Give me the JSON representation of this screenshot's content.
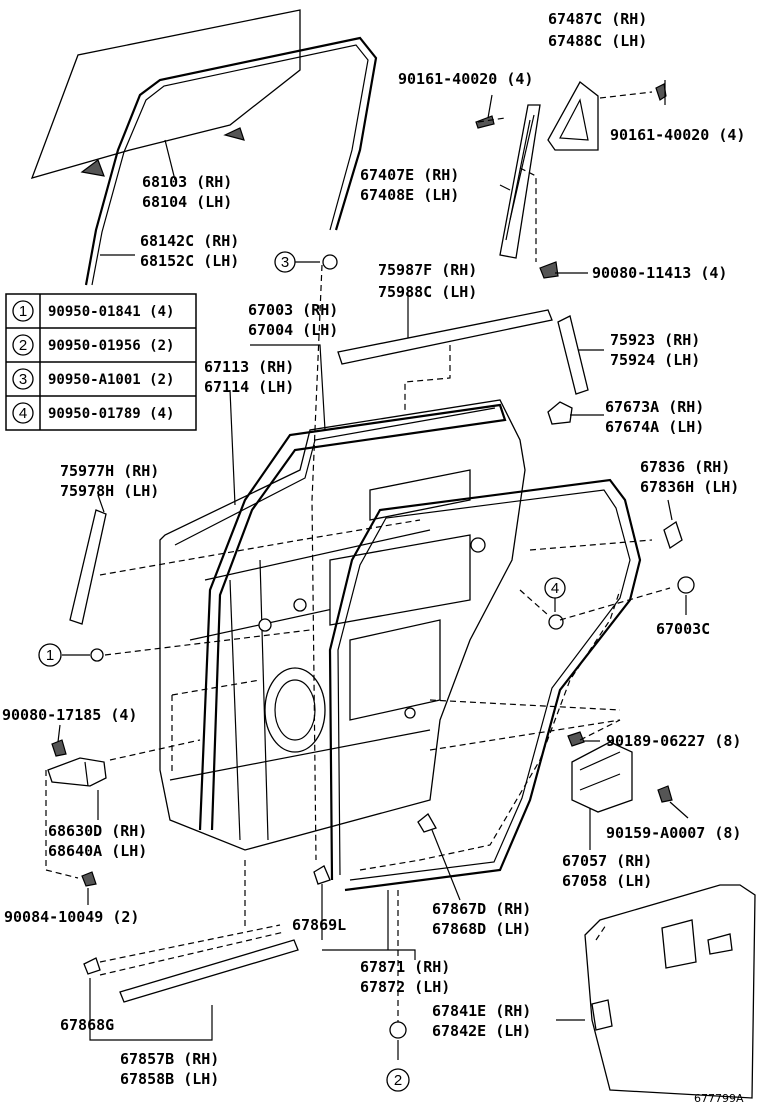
{
  "figure_code": "677799A",
  "legend": [
    {
      "num": "1",
      "part": "90950-01841 (4)"
    },
    {
      "num": "2",
      "part": "90950-01956 (2)"
    },
    {
      "num": "3",
      "part": "90950-A1001 (2)"
    },
    {
      "num": "4",
      "part": "90950-01789 (4)"
    }
  ],
  "callouts": [
    {
      "id": "67487",
      "lines": [
        "67487C (RH)",
        "67488C (LH)"
      ]
    },
    {
      "id": "90161a",
      "lines": [
        "90161-40020 (4)"
      ]
    },
    {
      "id": "90161b",
      "lines": [
        "90161-40020 (4)"
      ]
    },
    {
      "id": "68103",
      "lines": [
        "68103 (RH)",
        "68104 (LH)"
      ]
    },
    {
      "id": "67407",
      "lines": [
        "67407E (RH)",
        "67408E (LH)"
      ]
    },
    {
      "id": "68142",
      "lines": [
        "68142C (RH)",
        "68152C (LH)"
      ]
    },
    {
      "id": "90080a",
      "lines": [
        "90080-11413 (4)"
      ]
    },
    {
      "id": "75987",
      "lines": [
        "75987F (RH)",
        "75988C (LH)"
      ]
    },
    {
      "id": "67003",
      "lines": [
        "67003 (RH)",
        "67004 (LH)"
      ]
    },
    {
      "id": "67113",
      "lines": [
        "67113 (RH)",
        "67114 (LH)"
      ]
    },
    {
      "id": "75923",
      "lines": [
        "75923 (RH)",
        "75924 (LH)"
      ]
    },
    {
      "id": "67673",
      "lines": [
        "67673A (RH)",
        "67674A (LH)"
      ]
    },
    {
      "id": "75977",
      "lines": [
        "75977H (RH)",
        "75978H (LH)"
      ]
    },
    {
      "id": "67836",
      "lines": [
        "67836 (RH)",
        "67836H (LH)"
      ]
    },
    {
      "id": "67003C",
      "lines": [
        "67003C"
      ]
    },
    {
      "id": "90080b",
      "lines": [
        "90080-17185 (4)"
      ]
    },
    {
      "id": "90189",
      "lines": [
        "90189-06227 (8)"
      ]
    },
    {
      "id": "68630",
      "lines": [
        "68630D (RH)",
        "68640A (LH)"
      ]
    },
    {
      "id": "90159",
      "lines": [
        "90159-A0007 (8)"
      ]
    },
    {
      "id": "67057",
      "lines": [
        "67057 (RH)",
        "67058 (LH)"
      ]
    },
    {
      "id": "90084",
      "lines": [
        "90084-10049 (2)"
      ]
    },
    {
      "id": "67867",
      "lines": [
        "67867D (RH)",
        "67868D (LH)"
      ]
    },
    {
      "id": "67869",
      "lines": [
        "67869L"
      ]
    },
    {
      "id": "67871",
      "lines": [
        "67871 (RH)",
        "67872 (LH)"
      ]
    },
    {
      "id": "67868G",
      "lines": [
        "67868G"
      ]
    },
    {
      "id": "67841",
      "lines": [
        "67841E (RH)",
        "67842E (LH)"
      ]
    },
    {
      "id": "67857",
      "lines": [
        "67857B (RH)",
        "67858B (LH)"
      ]
    }
  ]
}
